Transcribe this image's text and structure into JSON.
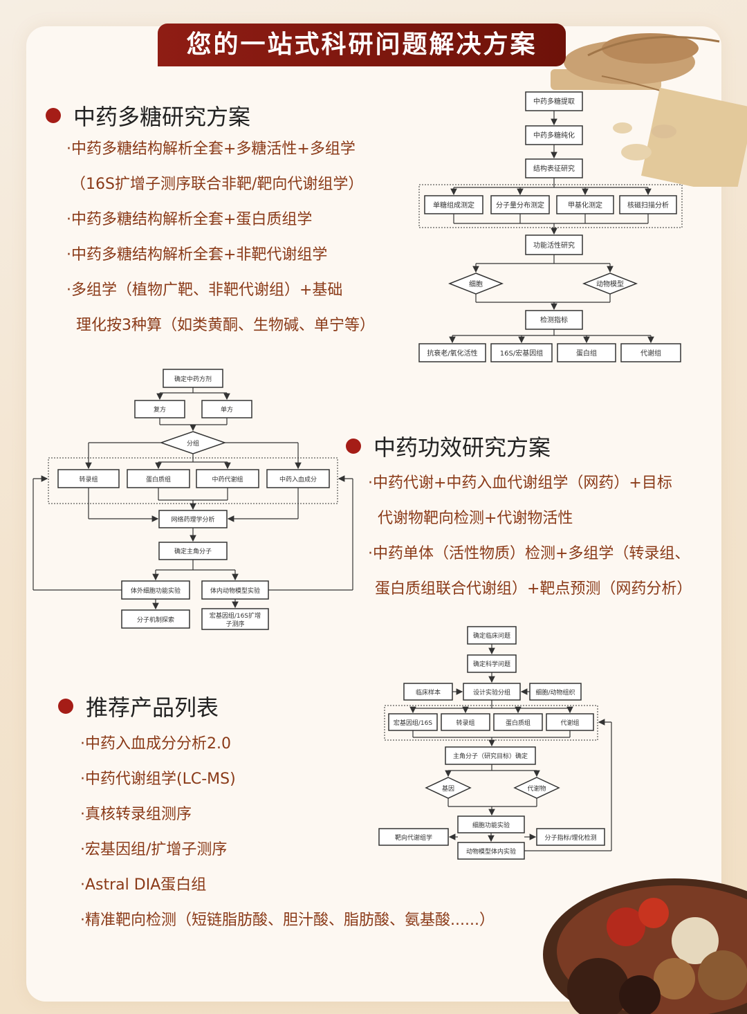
{
  "banner": {
    "title": "您的一站式科研问题解决方案"
  },
  "sections": {
    "polysaccharide": {
      "title": "中药多糖研究方案",
      "items": [
        "·中药多糖结构解析全套+多糖活性+多组学",
        "（16S扩增子测序联合非靶/靶向代谢组学）",
        "·中药多糖结构解析全套+蛋白质组学",
        "·中药多糖结构解析全套+非靶代谢组学",
        "·多组学（植物广靶、非靶代谢组）+基础",
        "理化按3种算（如类黄酮、生物碱、单宁等）"
      ]
    },
    "efficacy": {
      "title": "中药功效研究方案",
      "items": [
        "·中药代谢+中药入血代谢组学（网药）+目标",
        "代谢物靶向检测+代谢物活性",
        "·中药单体（活性物质）检测+多组学（转录组、",
        "蛋白质组联合代谢组）+靶点预测（网药分析）"
      ]
    },
    "products": {
      "title": "推荐产品列表",
      "items": [
        "·中药入血成分分析2.0",
        "·中药代谢组学(LC-MS)",
        "·真核转录组测序",
        "·宏基因组/扩增子测序",
        "·Astral DIA蛋白组",
        "·精准靶向检测（短链脂肪酸、胆汁酸、脂肪酸、氨基酸......）"
      ]
    }
  },
  "flow1": {
    "n1": "中药多糖提取",
    "n2": "中药多糖纯化",
    "n3": "结构表征研究",
    "s1": "单糖组成测定",
    "s2": "分子量分布测定",
    "s3": "甲基化测定",
    "s4": "核磁扫描分析",
    "n4": "功能活性研究",
    "d1": "细胞",
    "d2": "动物模型",
    "n5": "检测指标",
    "b1": "抗衰老/氧化活性",
    "b2": "16S/宏基因组",
    "b3": "蛋白组",
    "b4": "代谢组"
  },
  "flow2": {
    "n1": "确定中药方剂",
    "c1": "复方",
    "c2": "单方",
    "d1": "分组",
    "g1": "转录组",
    "g2": "蛋白质组",
    "g3": "中药代谢组",
    "g4": "中药入血成分",
    "n2": "网络药理学分析",
    "n3": "确定主角分子",
    "e1": "体外细胞功能实验",
    "e2": "体内动物模型实验",
    "f1": "分子机制探索",
    "f2a": "宏基因组/16S扩增",
    "f2b": "子测序"
  },
  "flow3": {
    "n1": "确定临床问题",
    "n2": "确定科学问题",
    "m1": "临床样本",
    "m2": "设计实验分组",
    "m3": "细胞/动物组织",
    "g1": "宏基因组/16S",
    "g2": "转录组",
    "g3": "蛋白质组",
    "g4": "代谢组",
    "n3": "主角分子（研究目标）确定",
    "d1": "基因",
    "d2": "代谢物",
    "e1": "细胞功能实验",
    "l1": "靶向代谢组学",
    "r1": "分子指标/理化检测",
    "e2": "动物模型体内实验"
  },
  "colors": {
    "accent": "#a51d17",
    "banner": "#8f1d14",
    "text": "#8a3a18"
  }
}
